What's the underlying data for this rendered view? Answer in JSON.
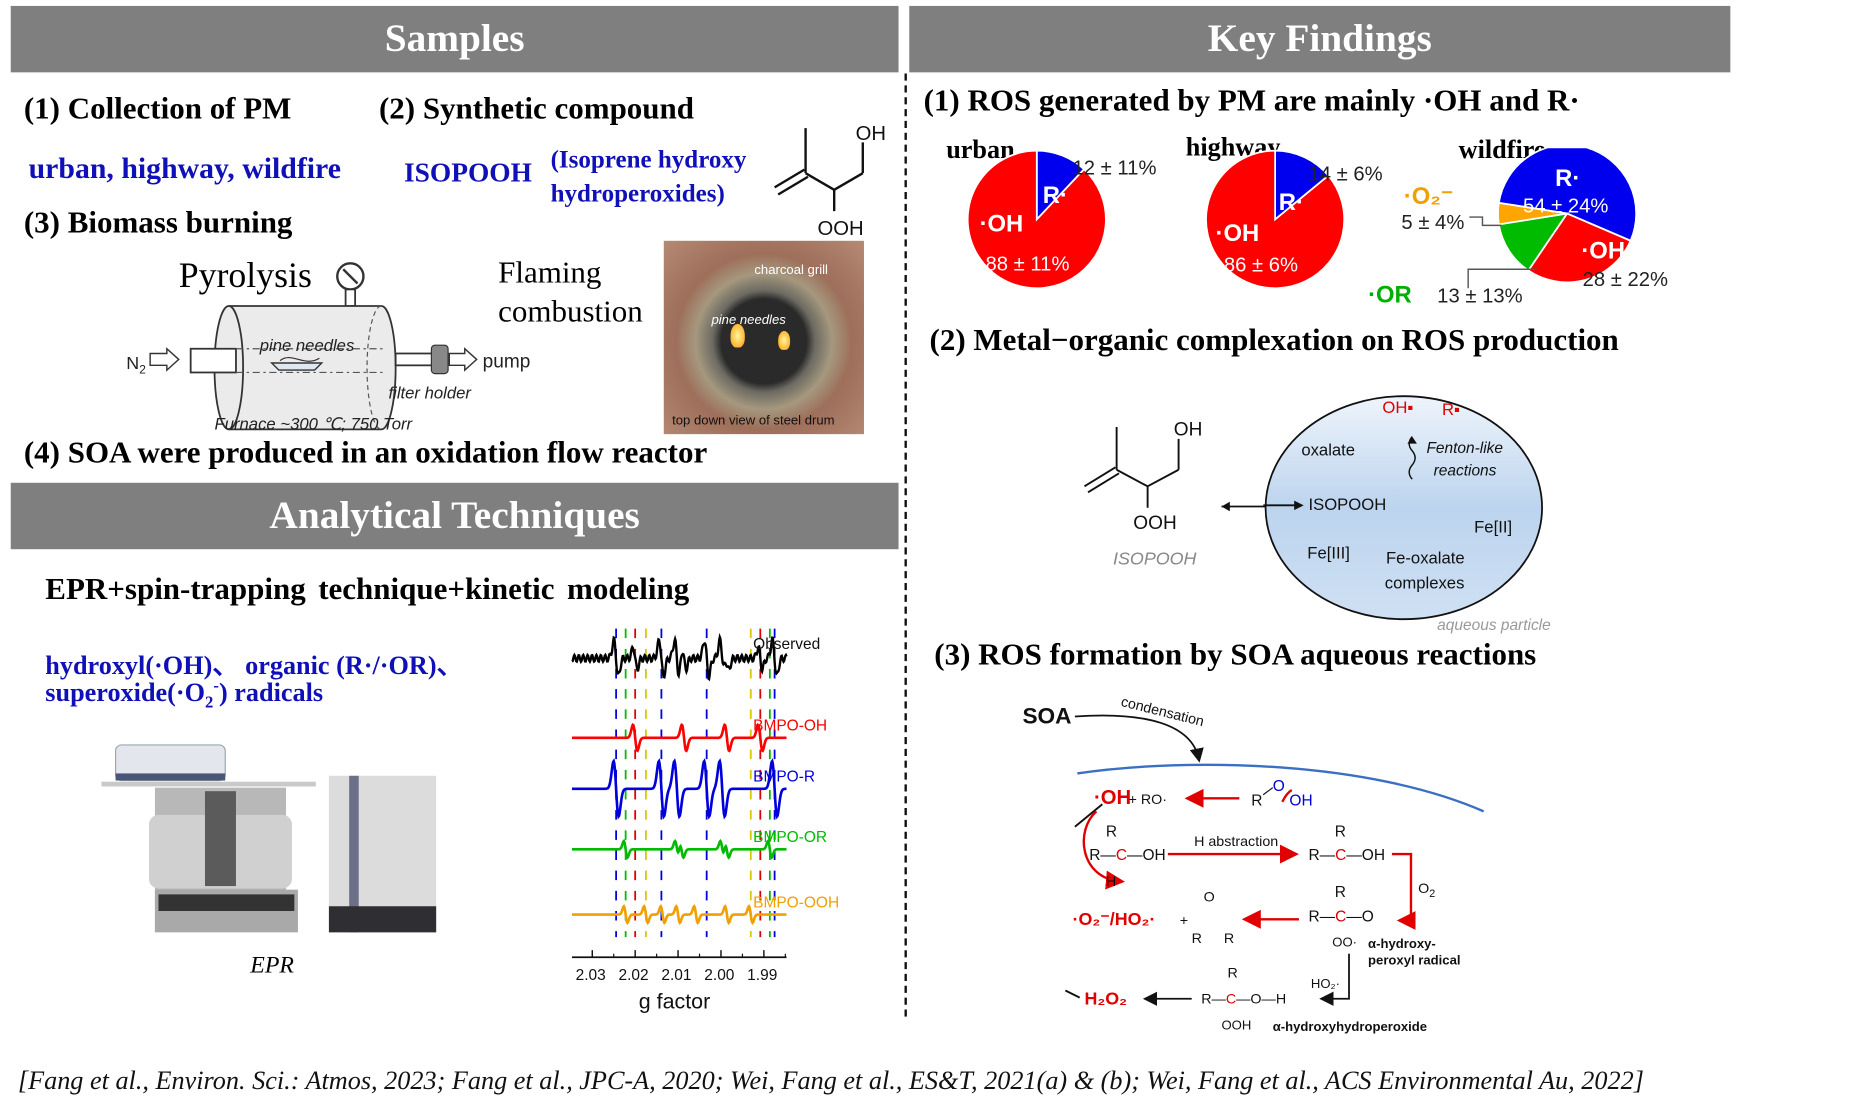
{
  "sections": {
    "samples": {
      "title": "Samples",
      "item1": {
        "heading": "(1) Collection of PM",
        "sites": "urban, highway, wildfire"
      },
      "item2": {
        "heading": "(2) Synthetic compound",
        "abbr": "ISOPOOH",
        "fullname_line1": "(Isoprene hydroxy",
        "fullname_line2": "hydroperoxides)",
        "struct_labels": [
          "OH",
          "OOH"
        ]
      },
      "item3": {
        "heading": "(3) Biomass burning",
        "pyrolysis": {
          "title": "Pyrolysis",
          "gas": "N",
          "gas_sub": "2",
          "sample": "pine needles",
          "outlet": "pump",
          "filter": "filter holder",
          "conditions": "Furnace ~300 ℃; 750 Torr"
        },
        "flaming": {
          "title_line1": "Flaming",
          "title_line2": "combustion",
          "photo_labels": {
            "grill": "charcoal grill",
            "needles": "pine needles",
            "caption": "top down view of steel drum"
          }
        }
      },
      "item4": {
        "heading": "(4) SOA were produced in an oxidation flow reactor"
      }
    },
    "techniques": {
      "title": "Analytical Techniques",
      "method": "EPR+spin-trapping technique+kinetic modeling",
      "radicals_line1": "hydroxyl(·OH)、 organic (R·/·OR)、",
      "radicals_line2_pre": "superoxide(·O",
      "radicals_line2_sub": "2",
      "radicals_line2_sup": "-",
      "radicals_line2_post": ") radicals",
      "instrument_caption": "EPR",
      "spectra": {
        "traces": [
          {
            "name": "Observed",
            "color": "#000000"
          },
          {
            "name": "BMPO-OH",
            "color": "#ff0000"
          },
          {
            "name": "BMPO-R",
            "color": "#0000dd"
          },
          {
            "name": "BMPO-OR",
            "color": "#00bb00"
          },
          {
            "name": "BMPO-OOH",
            "color": "#f0a000"
          }
        ],
        "x_ticks": [
          "2.03",
          "2.02",
          "2.01",
          "2.00",
          "1.99"
        ],
        "x_label": "g factor"
      }
    },
    "findings": {
      "title": "Key Findings",
      "finding1": {
        "heading": "(1) ROS generated by PM are mainly ·OH and R·"
      },
      "finding2": {
        "heading": "(2) Metal−organic complexation on ROS production",
        "struct_labels": [
          "OH",
          "OOH"
        ],
        "struct_name": "ISOPOOH",
        "particle": {
          "radicals": [
            "OH▪",
            "R▪"
          ],
          "oxalate": "oxalate",
          "fenton_line1": "Fenton-like",
          "fenton_line2": "reactions",
          "isopooh": "ISOPOOH",
          "fe2": "Fe[II]",
          "fe3": "Fe[III]",
          "complex_line1": "Fe-oxalate",
          "complex_line2": "complexes",
          "caption": "aqueous particle"
        }
      },
      "finding3": {
        "heading": "(3) ROS formation by SOA aqueous reactions",
        "soa": "SOA",
        "condensation": "condensation",
        "oh": "·OH",
        "ro": "+ RO·",
        "h_abstraction": "H abstraction",
        "o2": "O",
        "o2_sub": "2",
        "superoxide": "·O₂⁻/HO₂·",
        "ho2": "HO₂·",
        "h2o2": "H₂O₂",
        "alpha_hp_radical_line1": "α-hydroxy-",
        "alpha_hp_radical_line2": "peroxyl radical",
        "alpha_hhp": "α-hydroxyhydroperoxide"
      }
    }
  },
  "chart_data": [
    {
      "type": "pie",
      "title": "urban",
      "labels": [
        "R·",
        "·OH"
      ],
      "values": [
        12,
        88
      ],
      "errors": [
        11,
        11
      ],
      "value_labels": [
        "12 ± 11%",
        "88 ± 11%"
      ],
      "colors": [
        "#0000ee",
        "#ff0000"
      ]
    },
    {
      "type": "pie",
      "title": "highway",
      "labels": [
        "R·",
        "·OH"
      ],
      "values": [
        14,
        86
      ],
      "errors": [
        6,
        6
      ],
      "value_labels": [
        "14 ± 6%",
        "86 ± 6%"
      ],
      "colors": [
        "#0000ee",
        "#ff0000"
      ]
    },
    {
      "type": "pie",
      "title": "wildfire",
      "labels": [
        "R·",
        "·OH",
        "·OR",
        "·O₂⁻"
      ],
      "values": [
        54,
        28,
        13,
        5
      ],
      "errors": [
        24,
        22,
        13,
        4
      ],
      "value_labels": [
        "54 ± 24%",
        "28 ± 22%",
        "13 ± 13%",
        "5 ± 4%"
      ],
      "colors": [
        "#0000ee",
        "#ff0000",
        "#00bb00",
        "#ffa500"
      ]
    }
  ],
  "citation": "[Fang et al., Environ. Sci.: Atmos, 2023; Fang et al., JPC-A, 2020; Wei, Fang et al., ES&T, 2021(a) & (b); Wei, Fang et al., ACS Environmental Au, 2022]"
}
